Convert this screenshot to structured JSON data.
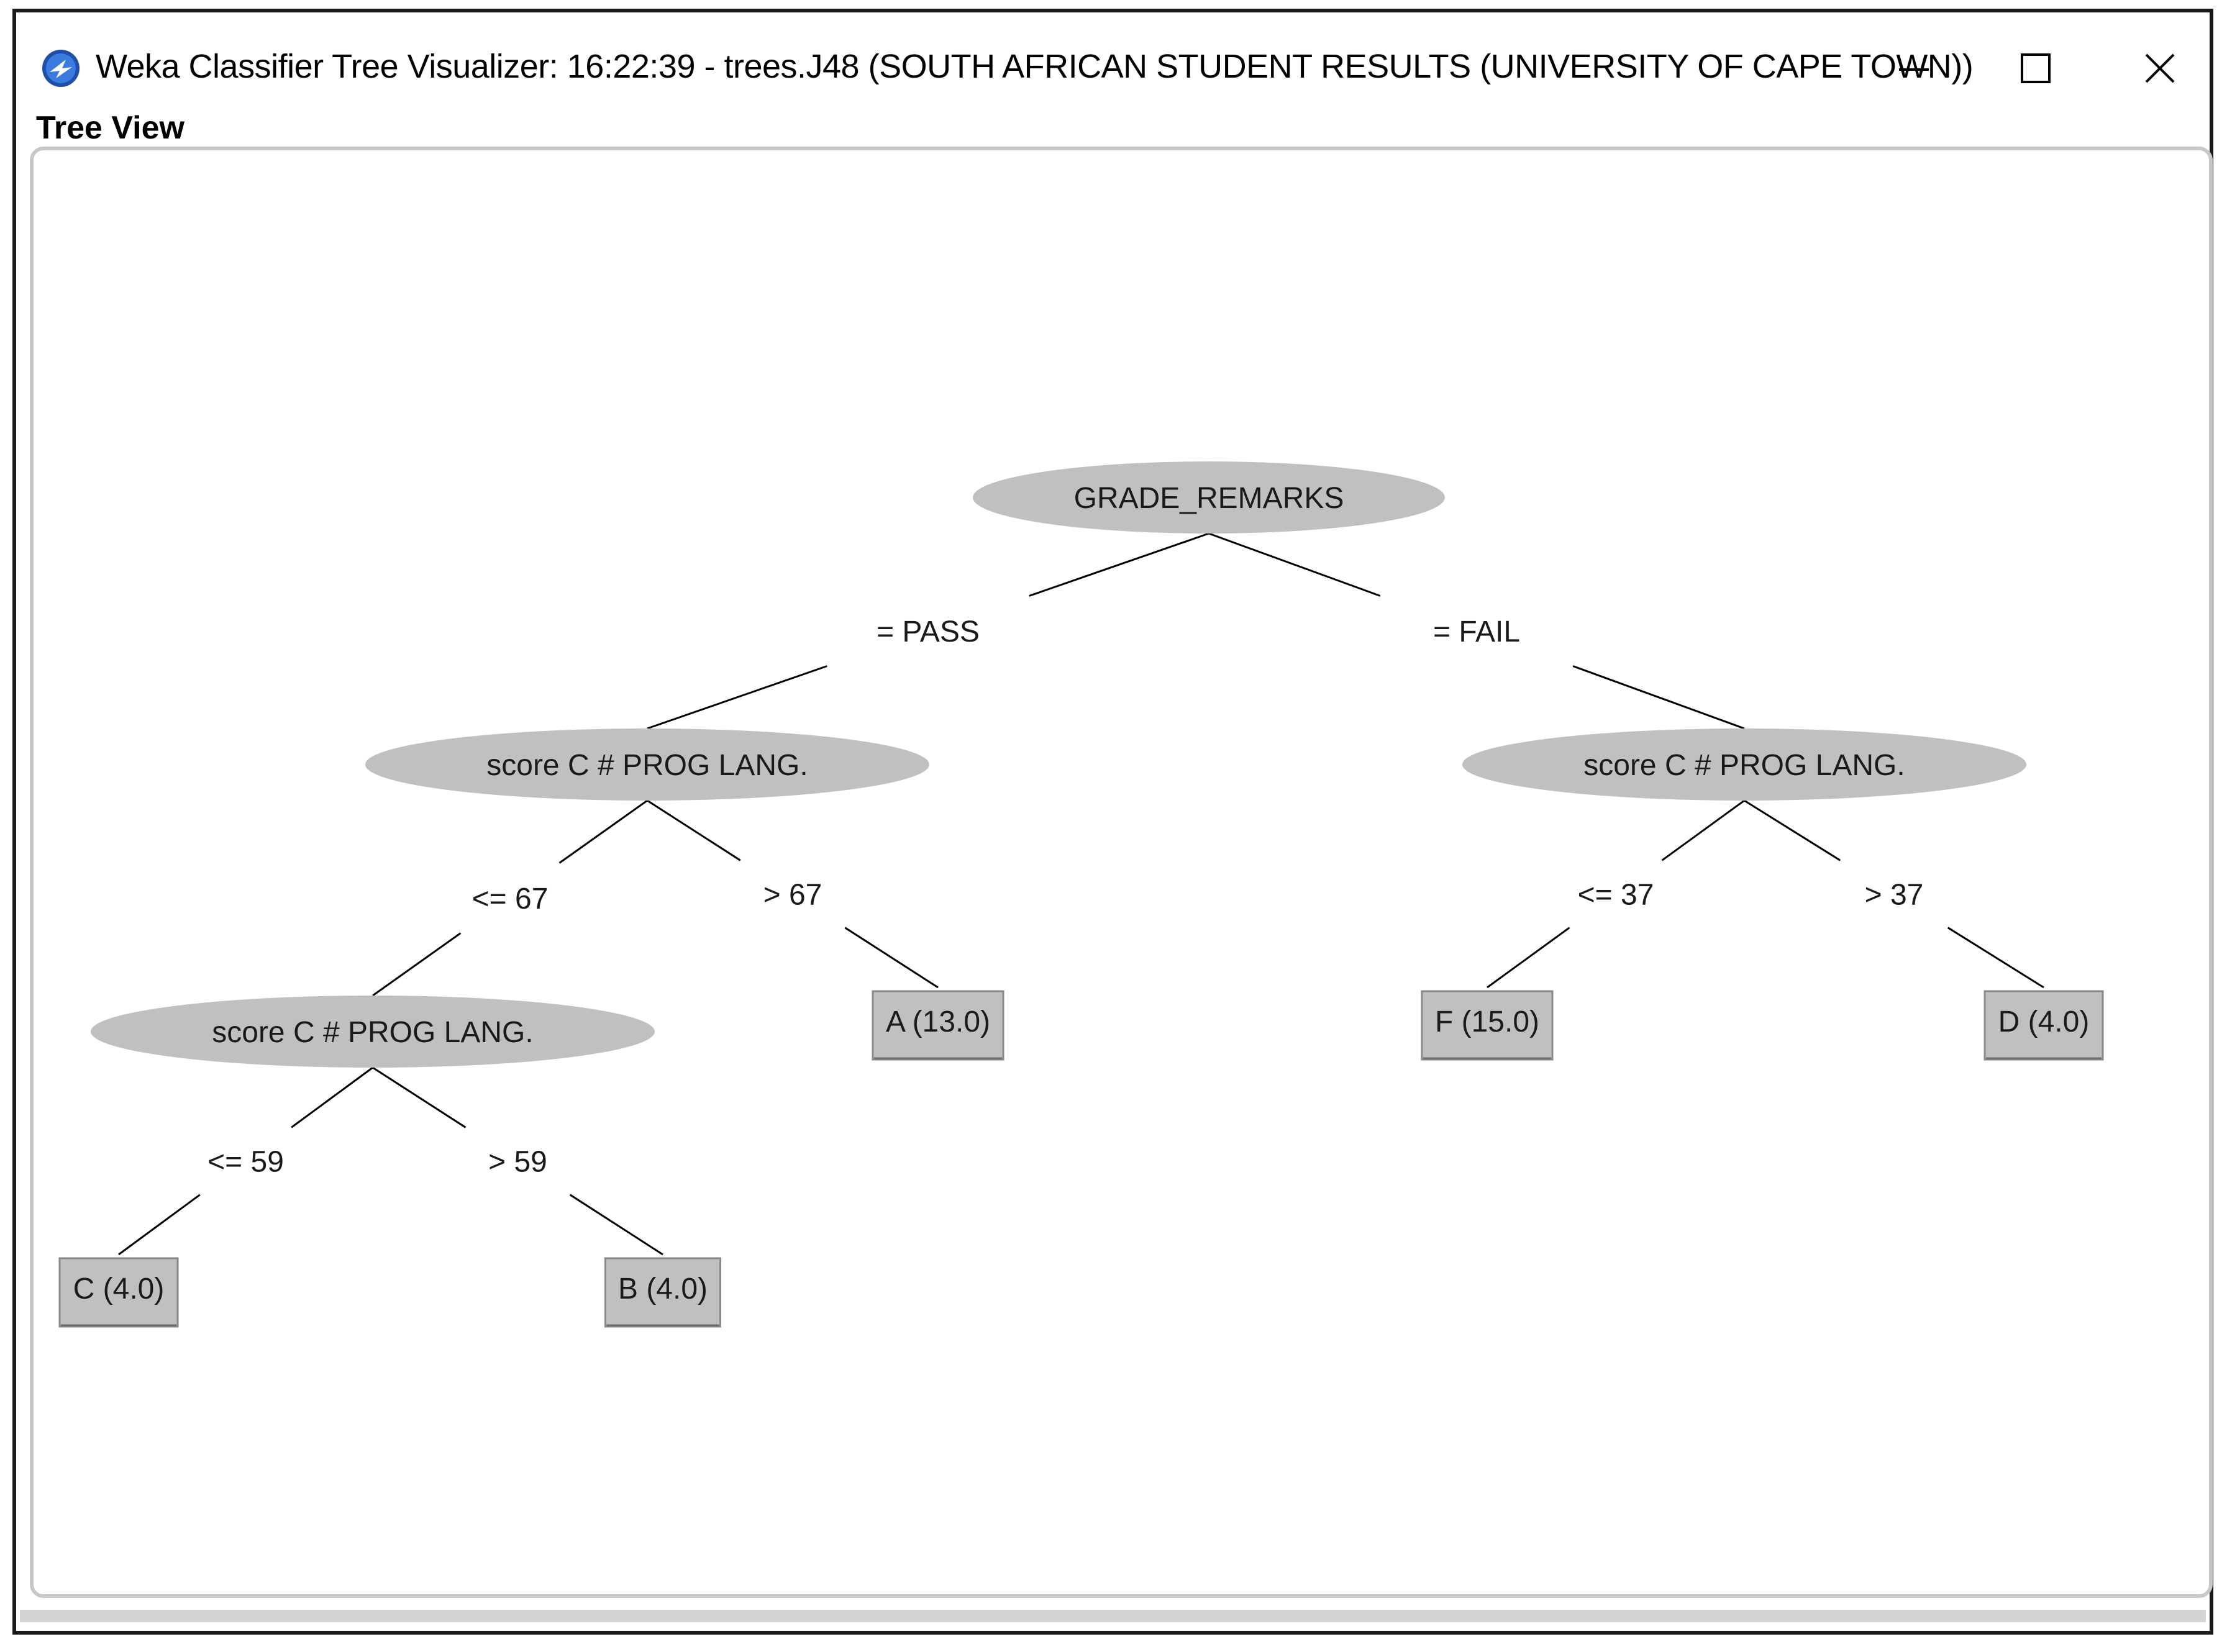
{
  "window": {
    "title": "Weka Classifier Tree Visualizer: 16:22:39 - trees.J48 (SOUTH AFRICAN STUDENT RESULTS (UNIVERSITY OF CAPE TOWN))",
    "section_label": "Tree View",
    "buttons": {
      "minimize": "minimize-icon",
      "maximize": "maximize-icon",
      "close": "close-icon"
    }
  },
  "colors": {
    "node_fill": "#c0c0c0",
    "leaf_fill": "#c0c0c0",
    "line": "#000000",
    "text": "#1a1a1a"
  },
  "tree": {
    "nodes": [
      {
        "id": "root",
        "type": "split",
        "label": "GRADE_REMARKS"
      },
      {
        "id": "pass",
        "type": "split",
        "label": "score C # PROG LANG."
      },
      {
        "id": "fail",
        "type": "split",
        "label": "score C # PROG LANG."
      },
      {
        "id": "pass_le67",
        "type": "split",
        "label": "score C # PROG LANG."
      },
      {
        "id": "leaf_a",
        "type": "leaf",
        "label": "A (13.0)"
      },
      {
        "id": "leaf_f",
        "type": "leaf",
        "label": "F (15.0)"
      },
      {
        "id": "leaf_d",
        "type": "leaf",
        "label": "D (4.0)"
      },
      {
        "id": "leaf_c",
        "type": "leaf",
        "label": "C (4.0)"
      },
      {
        "id": "leaf_b",
        "type": "leaf",
        "label": "B (4.0)"
      }
    ],
    "edges": [
      {
        "from": "root",
        "to": "pass",
        "label": "= PASS"
      },
      {
        "from": "root",
        "to": "fail",
        "label": "= FAIL"
      },
      {
        "from": "pass",
        "to": "pass_le67",
        "label": "<= 67"
      },
      {
        "from": "pass",
        "to": "leaf_a",
        "label": "> 67"
      },
      {
        "from": "fail",
        "to": "leaf_f",
        "label": "<= 37"
      },
      {
        "from": "fail",
        "to": "leaf_d",
        "label": "> 37"
      },
      {
        "from": "pass_le67",
        "to": "leaf_c",
        "label": "<= 59"
      },
      {
        "from": "pass_le67",
        "to": "leaf_b",
        "label": "> 59"
      }
    ]
  }
}
